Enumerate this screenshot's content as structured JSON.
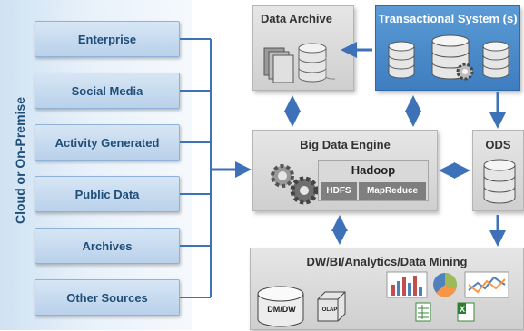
{
  "sidebar": {
    "label": "Cloud or On-Premise",
    "sources": [
      "Enterprise",
      "Social Media",
      "Activity Generated",
      "Public Data",
      "Archives",
      "Other Sources"
    ]
  },
  "data_archive": {
    "title": "Data Archive"
  },
  "transactional": {
    "title": "Transactional System (s)"
  },
  "engine": {
    "title": "Big Data Engine",
    "hadoop": "Hadoop",
    "hdfs": "HDFS",
    "mapreduce": "MapReduce"
  },
  "ods": {
    "title": "ODS"
  },
  "dw": {
    "title": "DW/BI/Analytics/Data Mining",
    "dmdw": "DM/DW",
    "olap": "OLAP"
  },
  "colors": {
    "arrow": "#3d72b8",
    "blue_box": "#4a8ad0",
    "grey_box": "#d8d8d8",
    "source_text": "#1f4e79"
  }
}
